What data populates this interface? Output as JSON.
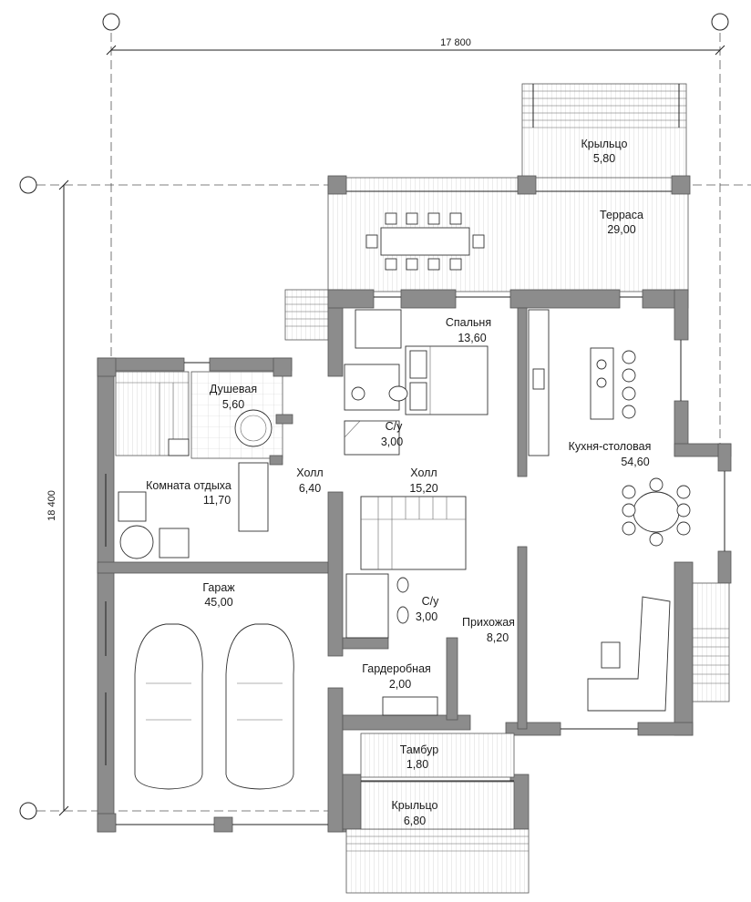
{
  "dimensions": {
    "width_label": "17 800",
    "height_label": "18 400"
  },
  "rooms": {
    "porch_top": {
      "name": "Крыльцо",
      "area": "5,80"
    },
    "terrace": {
      "name": "Терраса",
      "area": "29,00"
    },
    "bedroom": {
      "name": "Спальня",
      "area": "13,60"
    },
    "shower": {
      "name": "Душевая",
      "area": "5,60"
    },
    "wc_upper": {
      "name": "С/у",
      "area": "3,00"
    },
    "kitchen": {
      "name": "Кухня-столовая",
      "area": "54,60"
    },
    "lounge": {
      "name": "Комната отдыха",
      "area": "11,70"
    },
    "hall_small": {
      "name": "Холл",
      "area": "6,40"
    },
    "hall_main": {
      "name": "Холл",
      "area": "15,20"
    },
    "garage": {
      "name": "Гараж",
      "area": "45,00"
    },
    "wc_lower": {
      "name": "С/у",
      "area": "3,00"
    },
    "entry_hall": {
      "name": "Прихожая",
      "area": "8,20"
    },
    "wardrobe": {
      "name": "Гардеробная",
      "area": "2,00"
    },
    "vestibule": {
      "name": "Тамбур",
      "area": "1,80"
    },
    "porch_bottom": {
      "name": "Крыльцо",
      "area": "6,80"
    }
  }
}
